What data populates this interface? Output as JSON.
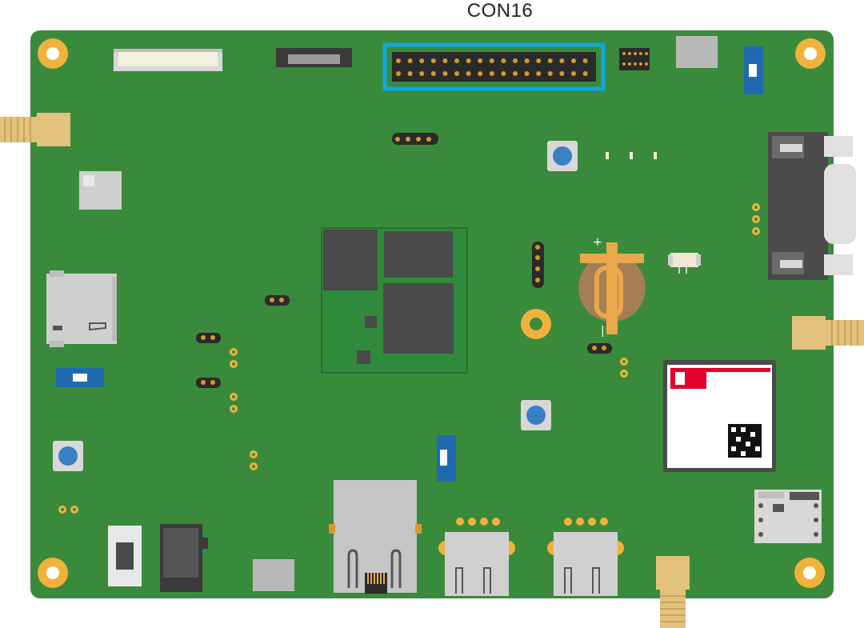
{
  "header_label": "CON16",
  "colors": {
    "pcb": "#3a8a3c",
    "pcb_dark": "#2f6f31",
    "highlight": "#0ea7e0",
    "gold": "#e7a83a",
    "pad_gold": "#f1b23b",
    "som": "#2f8a3c",
    "chip": "#4a4a4a",
    "button_blue": "#3b7fc4",
    "switch_blue": "#1f69b0",
    "sim_red": "#e3002b",
    "antenna": "#e2c27d",
    "connector_gray": "#c8c8c8"
  },
  "battery_marks": {
    "plus": "+",
    "minus": "|"
  },
  "components": [
    "mounting-hole-top-left",
    "mounting-hole-top-right",
    "mounting-hole-bottom-left",
    "mounting-hole-bottom-right",
    "fpc-connector-1",
    "fpc-connector-2",
    "header-con16",
    "small-header-top",
    "gray-block-top",
    "dip-switch-top-right",
    "sma-left",
    "sma-right",
    "sma-bottom",
    "qr-module",
    "som-module",
    "coin-cell-battery",
    "db9-connector",
    "sd-card-slot",
    "sim-card-slot",
    "ethernet-jack",
    "usb-port-1",
    "usb-port-2",
    "dc-jack",
    "slide-switch",
    "push-buttons",
    "qr-card-module"
  ]
}
